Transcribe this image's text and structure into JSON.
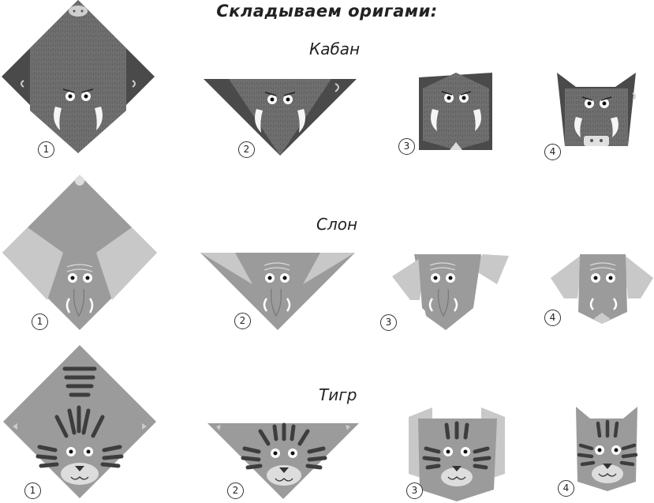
{
  "title": "Складываем оригами:",
  "rows": [
    {
      "id": "boar",
      "label": "Кабан",
      "steps": [
        "1",
        "2",
        "3",
        "4"
      ]
    },
    {
      "id": "elephant",
      "label": "Слон",
      "steps": [
        "1",
        "2",
        "3",
        "4"
      ]
    },
    {
      "id": "tiger",
      "label": "Тигр",
      "steps": [
        "1",
        "2",
        "3",
        "4"
      ]
    }
  ]
}
